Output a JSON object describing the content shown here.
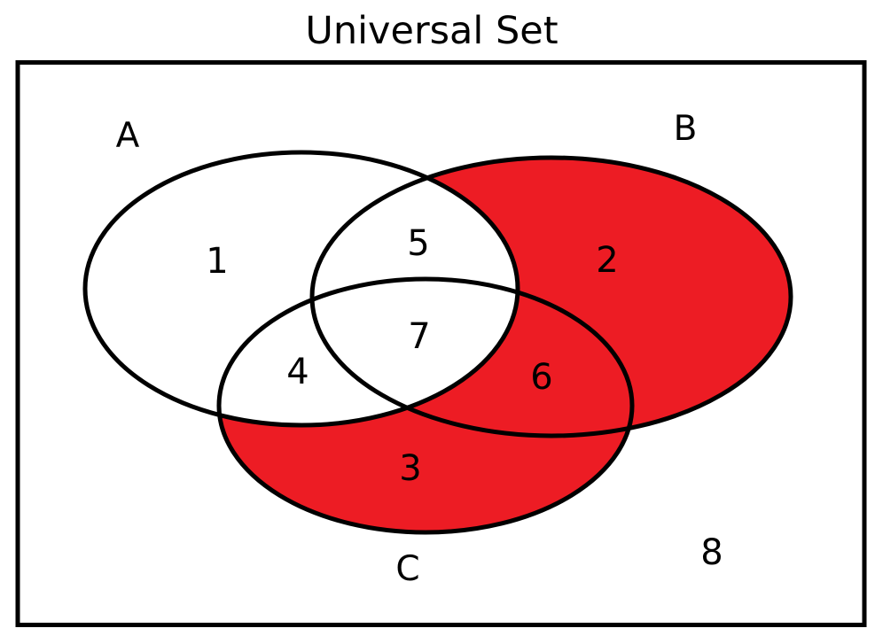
{
  "diagram": {
    "title": "Universal Set",
    "type": "venn-3-set",
    "set_labels": {
      "a": "A",
      "b": "B",
      "c": "C"
    },
    "regions": [
      {
        "region": "A only",
        "label": "1",
        "shaded": false
      },
      {
        "region": "B only",
        "label": "2",
        "shaded": true
      },
      {
        "region": "C only",
        "label": "3",
        "shaded": true
      },
      {
        "region": "A and C only",
        "label": "4",
        "shaded": false
      },
      {
        "region": "A and B only",
        "label": "5",
        "shaded": false
      },
      {
        "region": "B and C only",
        "label": "6",
        "shaded": true
      },
      {
        "region": "A and B and C",
        "label": "7",
        "shaded": false
      },
      {
        "region": "outside all sets",
        "label": "8",
        "shaded": false
      }
    ],
    "colors": {
      "shaded_fill": "#ed1c24",
      "unshaded_fill": "#ffffff",
      "outline": "#000000",
      "text": "#000000"
    }
  }
}
